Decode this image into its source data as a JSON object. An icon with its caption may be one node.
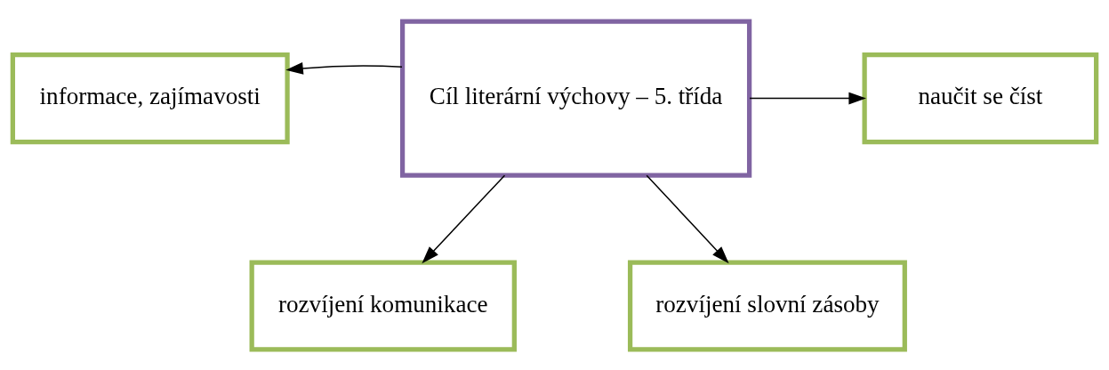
{
  "diagram": {
    "nodes": [
      {
        "text": [
          "Cíl literární výchovy – 5. třída"
        ]
      },
      {
        "text": [
          "informace, zajímavosti"
        ]
      },
      {
        "text": [
          "naučit se číst"
        ]
      },
      {
        "text": [
          "rozvíjení komunikace"
        ]
      },
      {
        "text": [
          "rozvíjení slovní zásoby"
        ]
      }
    ],
    "edges": [
      {
        "from": 0,
        "to": 1,
        "arrow": "to"
      },
      {
        "from": 0,
        "to": 2,
        "arrow": "to"
      },
      {
        "from": 0,
        "to": 3,
        "arrow": "to"
      },
      {
        "from": 0,
        "to": 4,
        "arrow": "to"
      }
    ]
  }
}
